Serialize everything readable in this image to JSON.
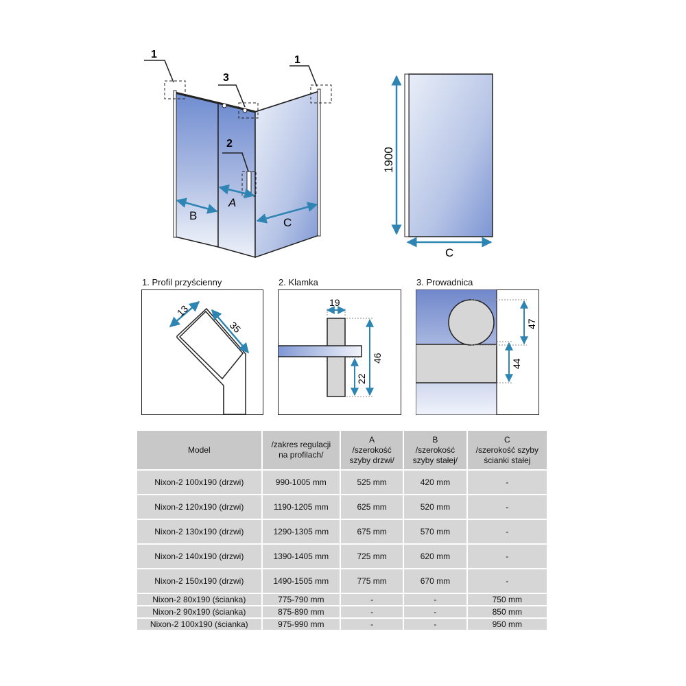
{
  "callouts": {
    "one_left": "1",
    "one_right": "1",
    "two": "2",
    "three": "3"
  },
  "dimensions": {
    "a": "A",
    "b": "B",
    "c": "C",
    "height": "1900",
    "side_c": "C",
    "profile_13": "13",
    "profile_35": "35",
    "handle_19": "19",
    "handle_46": "46",
    "handle_22": "22",
    "guide_47": "47",
    "guide_44": "44"
  },
  "details": {
    "profile": "1. Profil przyścienny",
    "handle": "2. Klamka",
    "guide": "3. Prowadnica"
  },
  "colors": {
    "glass_dark": "#6f8cd0",
    "glass_light": "#e9eef8",
    "dim_arrow": "#2e84b3",
    "table_bg": "#d6d6d6"
  },
  "table": {
    "headers": [
      "Model",
      "/zakres regulacji\nna profilach/",
      "A\n/szerokość\nszyby drzwi/",
      "B\n/szerokość\nszyby stałej/",
      "C\n/szerokość szyby\nścianki stałej"
    ],
    "rows": [
      [
        "Nixon-2 100x190 (drzwi)",
        "990-1005 mm",
        "525 mm",
        "420 mm",
        "-"
      ],
      [
        "Nixon-2 120x190 (drzwi)",
        "1190-1205 mm",
        "625 mm",
        "520 mm",
        "-"
      ],
      [
        "Nixon-2 130x190 (drzwi)",
        "1290-1305 mm",
        "675 mm",
        "570 mm",
        "-"
      ],
      [
        "Nixon-2 140x190 (drzwi)",
        "1390-1405 mm",
        "725 mm",
        "620 mm",
        "-"
      ],
      [
        "Nixon-2 150x190 (drzwi)",
        "1490-1505 mm",
        "775 mm",
        "670 mm",
        "-"
      ],
      [
        "Nixon-2 80x190 (ścianka)",
        "775-790 mm",
        "-",
        "-",
        "750 mm"
      ],
      [
        "Nixon-2 90x190 (ścianka)",
        "875-890 mm",
        "-",
        "-",
        "850 mm"
      ],
      [
        "Nixon-2 100x190 (ścianka)",
        "975-990 mm",
        "-",
        "-",
        "950 mm"
      ]
    ]
  }
}
